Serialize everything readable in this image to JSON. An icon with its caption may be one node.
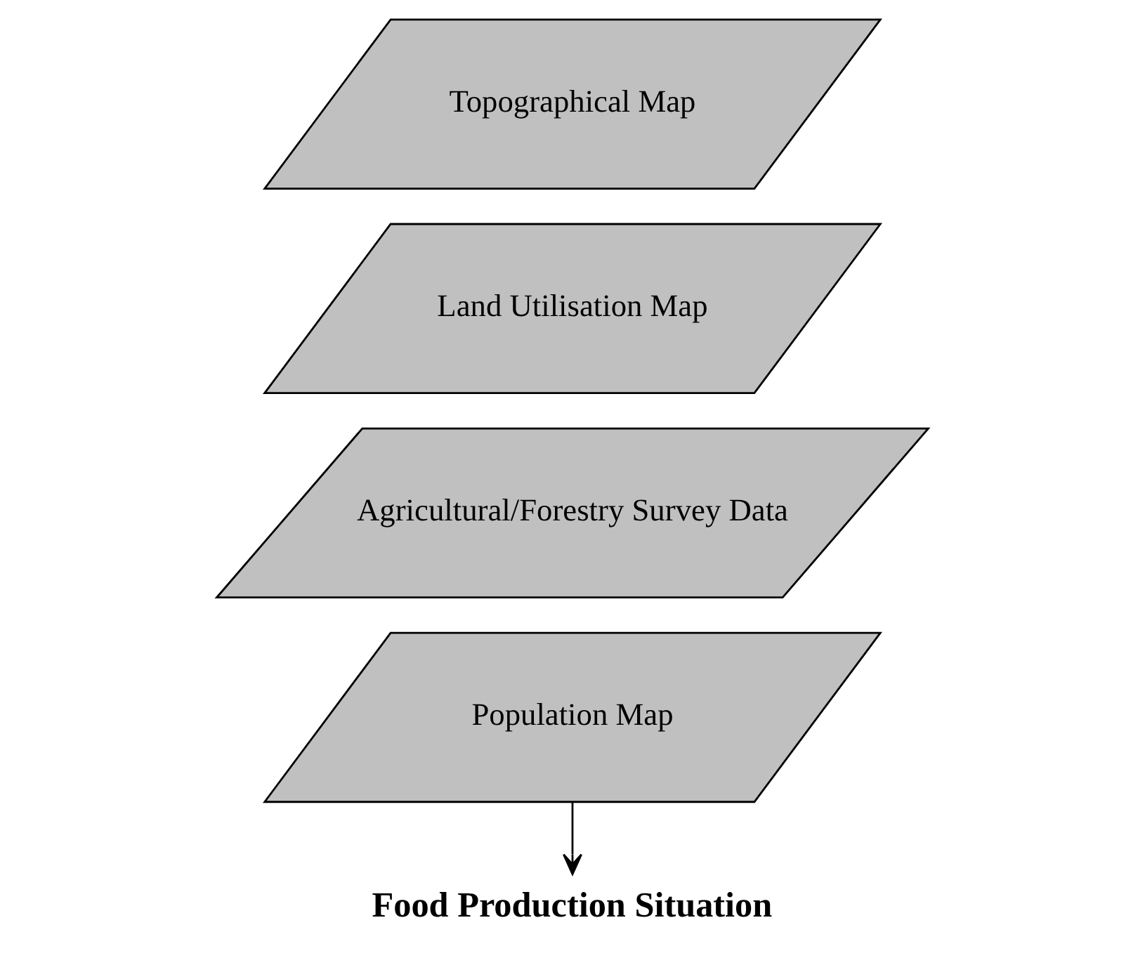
{
  "diagram": {
    "nodes": [
      {
        "text": [
          "Topographical Map"
        ]
      },
      {
        "text": [
          "Land Utilisation Map"
        ]
      },
      {
        "text": [
          "Agricultural/Forestry Survey Data"
        ]
      },
      {
        "text": [
          "Population Map"
        ]
      },
      {
        "text": [
          "Food Production Situation"
        ]
      }
    ],
    "edges": [
      {
        "from": 3,
        "to": 4,
        "arrow": "to"
      }
    ]
  }
}
